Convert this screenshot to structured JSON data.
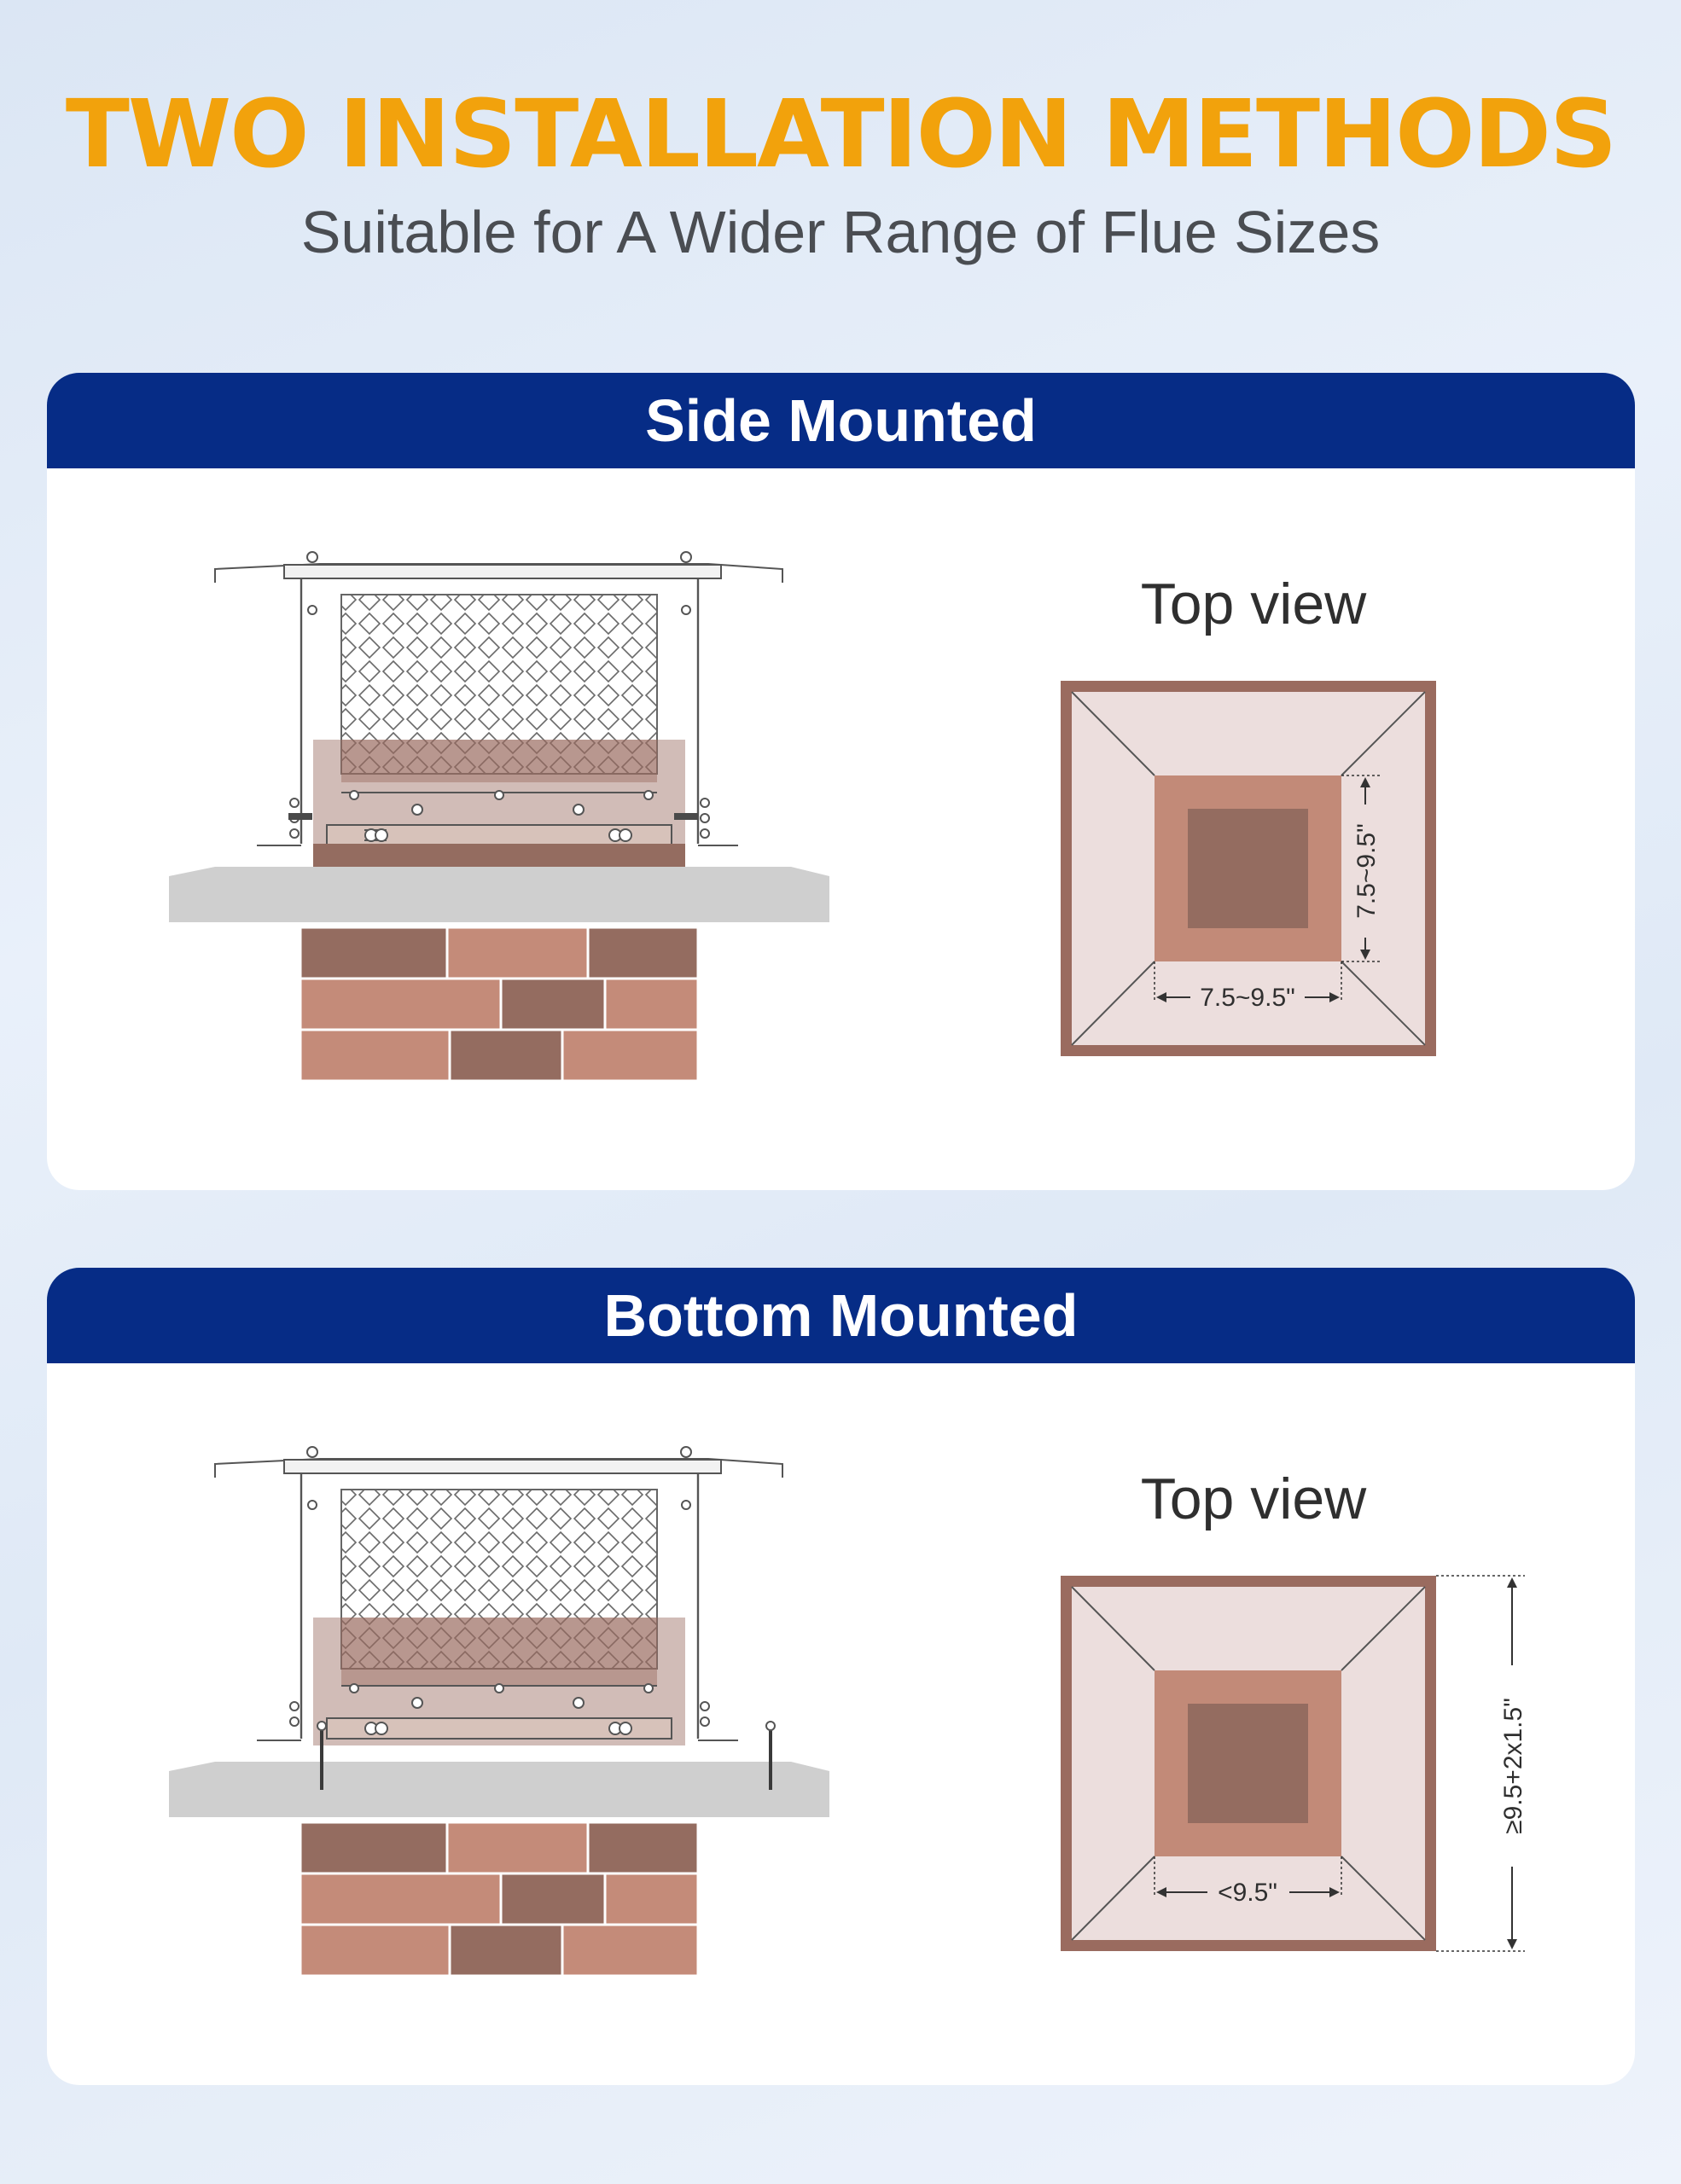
{
  "header": {
    "title": "TWO INSTALLATION METHODS",
    "subtitle": "Suitable for A Wider Range of Flue Sizes"
  },
  "methods": [
    {
      "title": "Side Mounted",
      "top_view_label": "Top view",
      "dim_horizontal": "7.5~9.5\"",
      "dim_vertical": "7.5~9.5\""
    },
    {
      "title": "Bottom Mounted",
      "top_view_label": "Top view",
      "dim_horizontal": "<9.5\"",
      "dim_outer": "≥9.5+2x1.5\""
    }
  ],
  "colors": {
    "title": "#f2a20c",
    "header_bar": "#062c86",
    "brick_light": "#c48b79",
    "brick_dark": "#946c60",
    "crown": "#cfcfcf",
    "flue_tile": "#c28a78",
    "top_view_frame": "#9a6b5f",
    "top_view_fill": "#ecdedd"
  }
}
